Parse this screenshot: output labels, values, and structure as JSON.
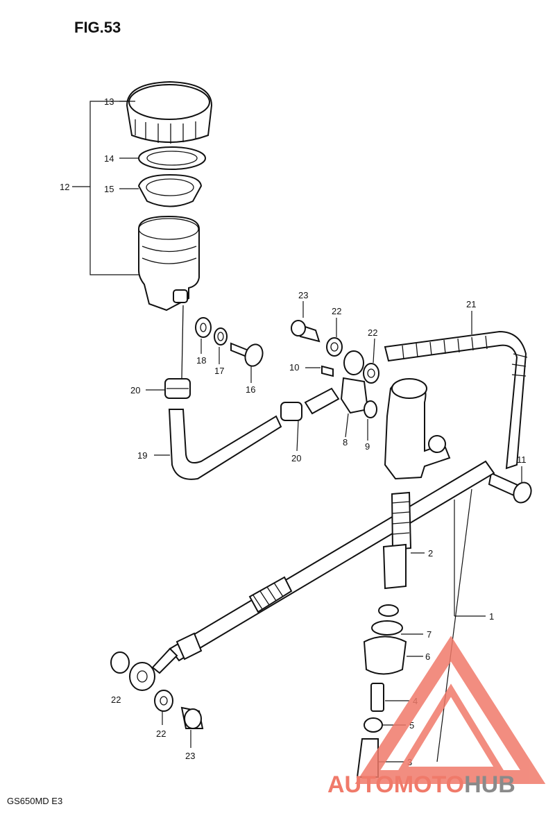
{
  "figure": {
    "title": "FIG.53",
    "model_code": "GS650MD  E3"
  },
  "part_labels": {
    "p1": "1",
    "p2": "2",
    "p3": "3",
    "p4": "4",
    "p5": "5",
    "p6": "6",
    "p7": "7",
    "p8": "8",
    "p9": "9",
    "p10": "10",
    "p11": "11",
    "p12": "12",
    "p13": "13",
    "p14": "14",
    "p15": "15",
    "p16": "16",
    "p17": "17",
    "p18": "18",
    "p19": "19",
    "p20a": "20",
    "p20b": "20",
    "p21": "21",
    "p22a": "22",
    "p22b": "22",
    "p22c": "22",
    "p22d": "22",
    "p23a": "23",
    "p23b": "23"
  },
  "watermark": {
    "word_auto": "AUTO",
    "word_moto": "MOTO",
    "word_hub": "HUB",
    "color_primary": "#f07a6a",
    "color_secondary": "#8a8a8a"
  }
}
